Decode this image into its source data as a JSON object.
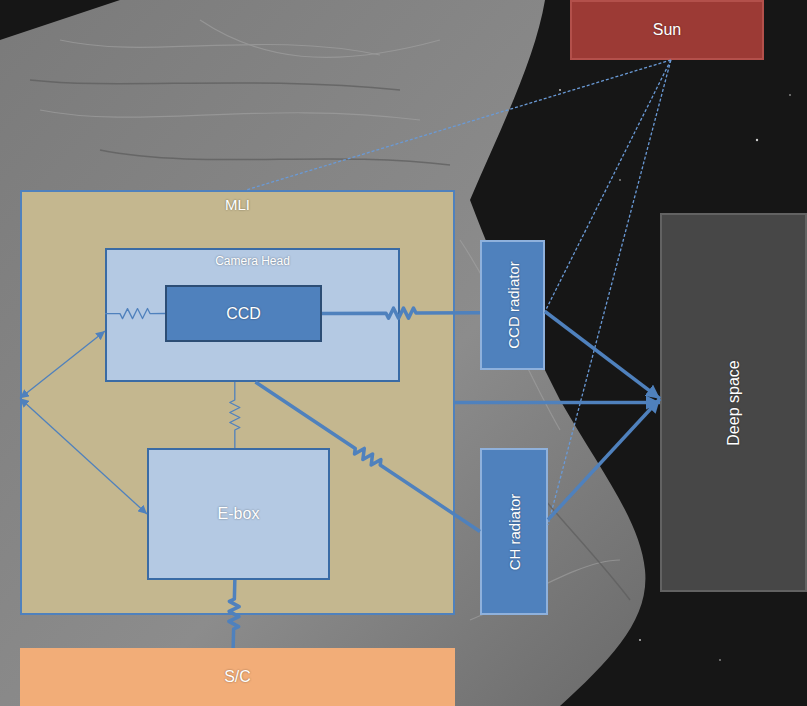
{
  "diagram": {
    "nodes": [
      {
        "text": [
          "Sun"
        ]
      },
      {
        "text": [
          "MLI"
        ]
      },
      {
        "text": [
          "Camera Head"
        ],
        "in": 1
      },
      {
        "text": [
          "CCD"
        ],
        "in": 2
      },
      {
        "text": [
          "E-box"
        ],
        "in": 1
      },
      {
        "text": [
          "CCD radiator"
        ]
      },
      {
        "text": [
          "CH radiator"
        ]
      },
      {
        "text": [
          "Deep space"
        ]
      },
      {
        "text": [
          "S/C"
        ]
      }
    ],
    "edges": [
      {
        "from": 0,
        "to": 1,
        "arrow": "none"
      },
      {
        "from": 0,
        "to": 5,
        "arrow": "none"
      },
      {
        "from": 0,
        "to": 6,
        "arrow": "none"
      },
      {
        "from": 3,
        "to": 2,
        "arrow": "none"
      },
      {
        "from": 3,
        "to": 5,
        "arrow": "none"
      },
      {
        "from": 2,
        "to": 4,
        "arrow": "none"
      },
      {
        "from": 2,
        "to": 6,
        "arrow": "none"
      },
      {
        "from": 4,
        "to": 8,
        "arrow": "none"
      },
      {
        "from": 1,
        "to": 2,
        "arrow": "both"
      },
      {
        "from": 1,
        "to": 4,
        "arrow": "both"
      },
      {
        "from": 5,
        "to": 7,
        "arrow": "to"
      },
      {
        "from": 6,
        "to": 7,
        "arrow": "to"
      },
      {
        "from": 1,
        "to": 7,
        "arrow": "to"
      }
    ]
  }
}
